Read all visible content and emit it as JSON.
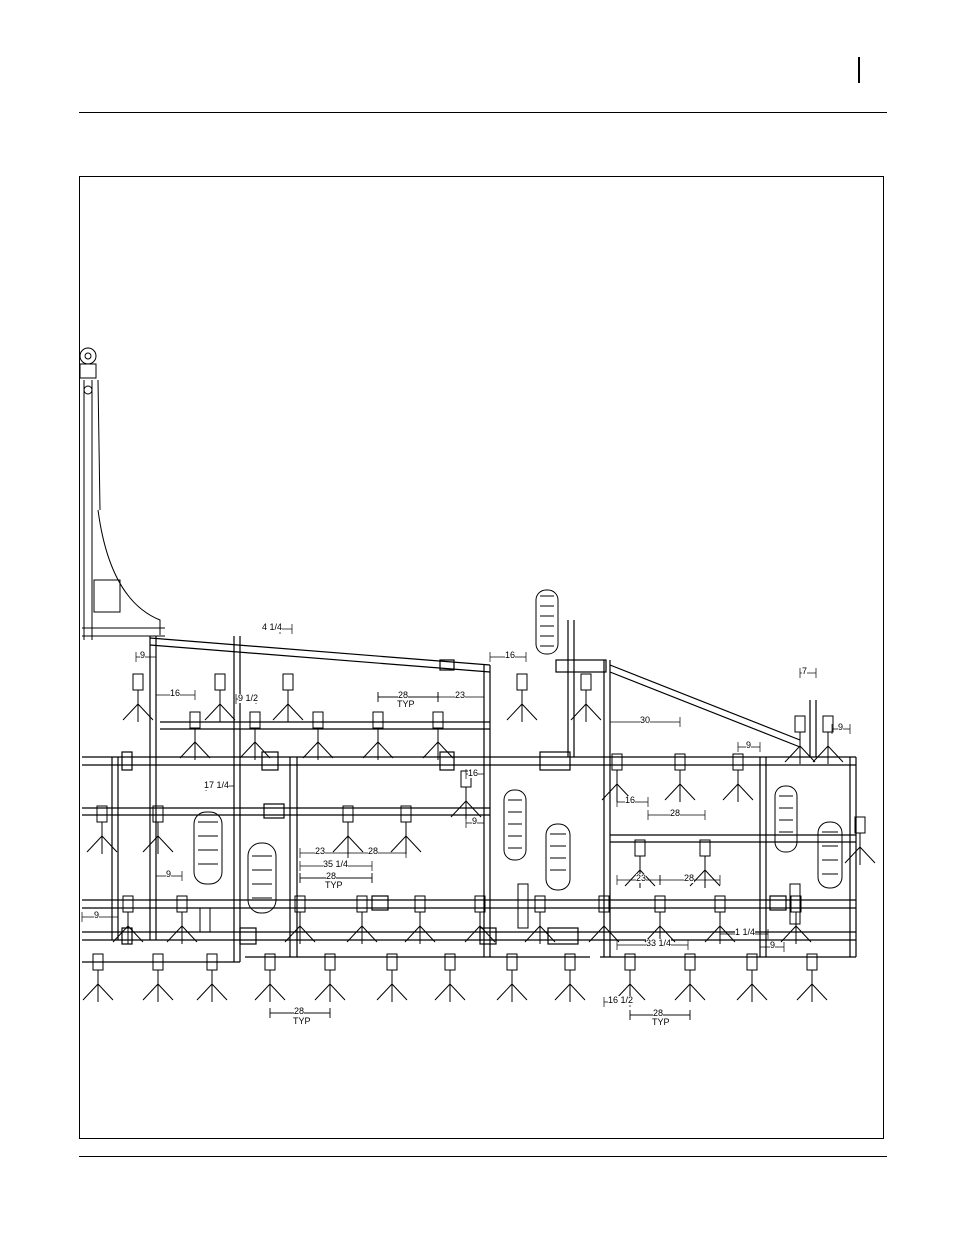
{
  "document": {
    "header_mark": "|"
  },
  "drawing": {
    "description_type": "plan-view line drawing of a field cultivator frame with shank/sweep positions",
    "dimension_labels": [
      "4 1/4",
      "9",
      "16",
      "9 1/2",
      "28",
      "TYP",
      "23",
      "17 1/4",
      "9",
      "16",
      "23",
      "35 1/4",
      "28",
      "28",
      "TYP",
      "9",
      "28",
      "TYP",
      "9",
      "16",
      "30",
      "9",
      "7",
      "9",
      "16",
      "28",
      "23",
      "28",
      "1 1/4",
      "9",
      "33 1/4",
      "16 1/2",
      "28",
      "TYP"
    ],
    "colors": {
      "line": "#000000",
      "background": "#ffffff"
    }
  }
}
